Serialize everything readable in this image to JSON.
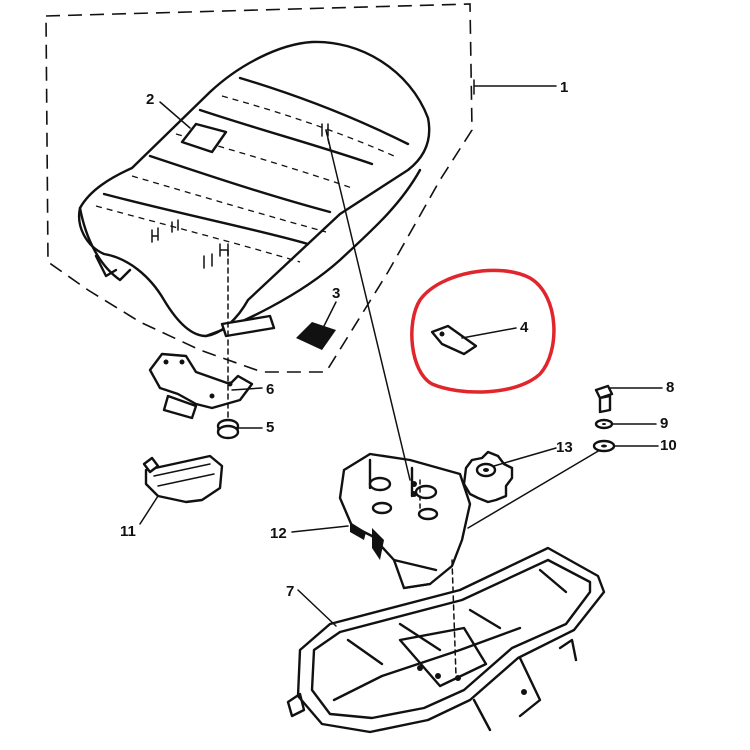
{
  "callouts": {
    "c1": "1",
    "c2": "2",
    "c3": "3",
    "c4": "4",
    "c5": "5",
    "c6": "6",
    "c7": "7",
    "c8": "8",
    "c9": "9",
    "c10": "10",
    "c11": "11",
    "c12": "12",
    "c13": "13"
  },
  "highlight": {
    "color": "#e0262c",
    "encircled_part": "4"
  },
  "ink_color": "#111111"
}
